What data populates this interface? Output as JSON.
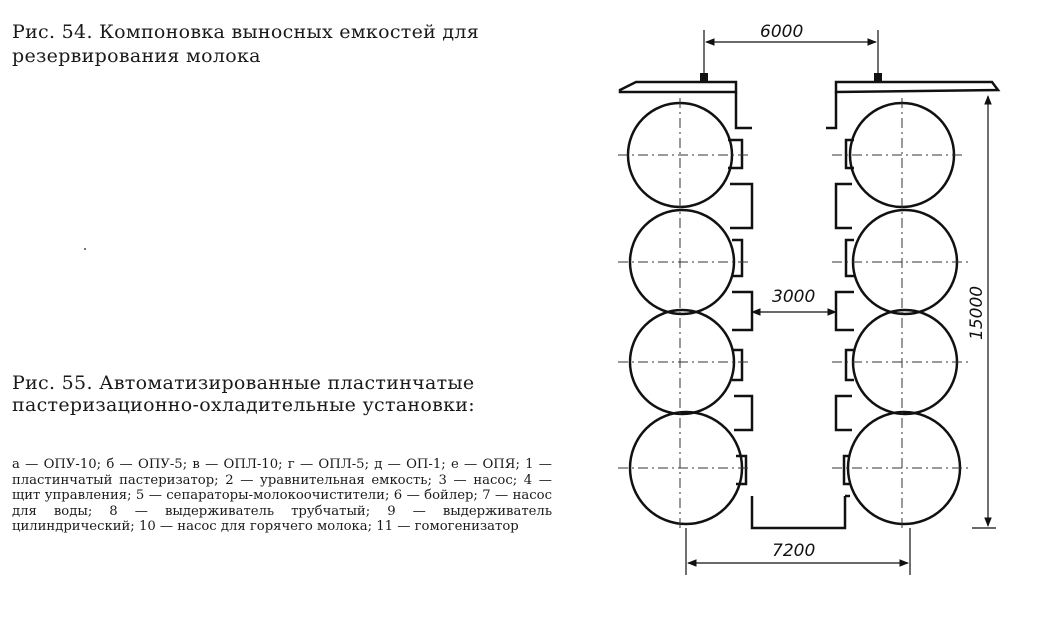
{
  "fig54": {
    "caption": "Рис. 54. Компоновка выносных емкостей для резервирования молока",
    "dimensions": {
      "top_width": "6000",
      "gap": "3000",
      "height": "15000",
      "bottom_width": "7200"
    }
  },
  "fig55": {
    "caption": "Рис. 55. Автоматизированные пластинчатые пастеризационно-охладительные установки:",
    "legend": "а — ОПУ-10; б — ОПУ-5; в — ОПЛ-10; г — ОПЛ-5; д — ОП-1; е — ОПЯ; 1 — пластинчатый пастеризатор; 2 — уравнительная емкость; 3 — насос; 4 — щит управления; 5 — сепараторы-молокоочистители; 6 — бойлер; 7 — насос для воды; 8 — выдерживатель трубчатый; 9 — выдерживатель цилиндрический; 10 — насос для горячего молока; 11 — гомогенизатор"
  }
}
